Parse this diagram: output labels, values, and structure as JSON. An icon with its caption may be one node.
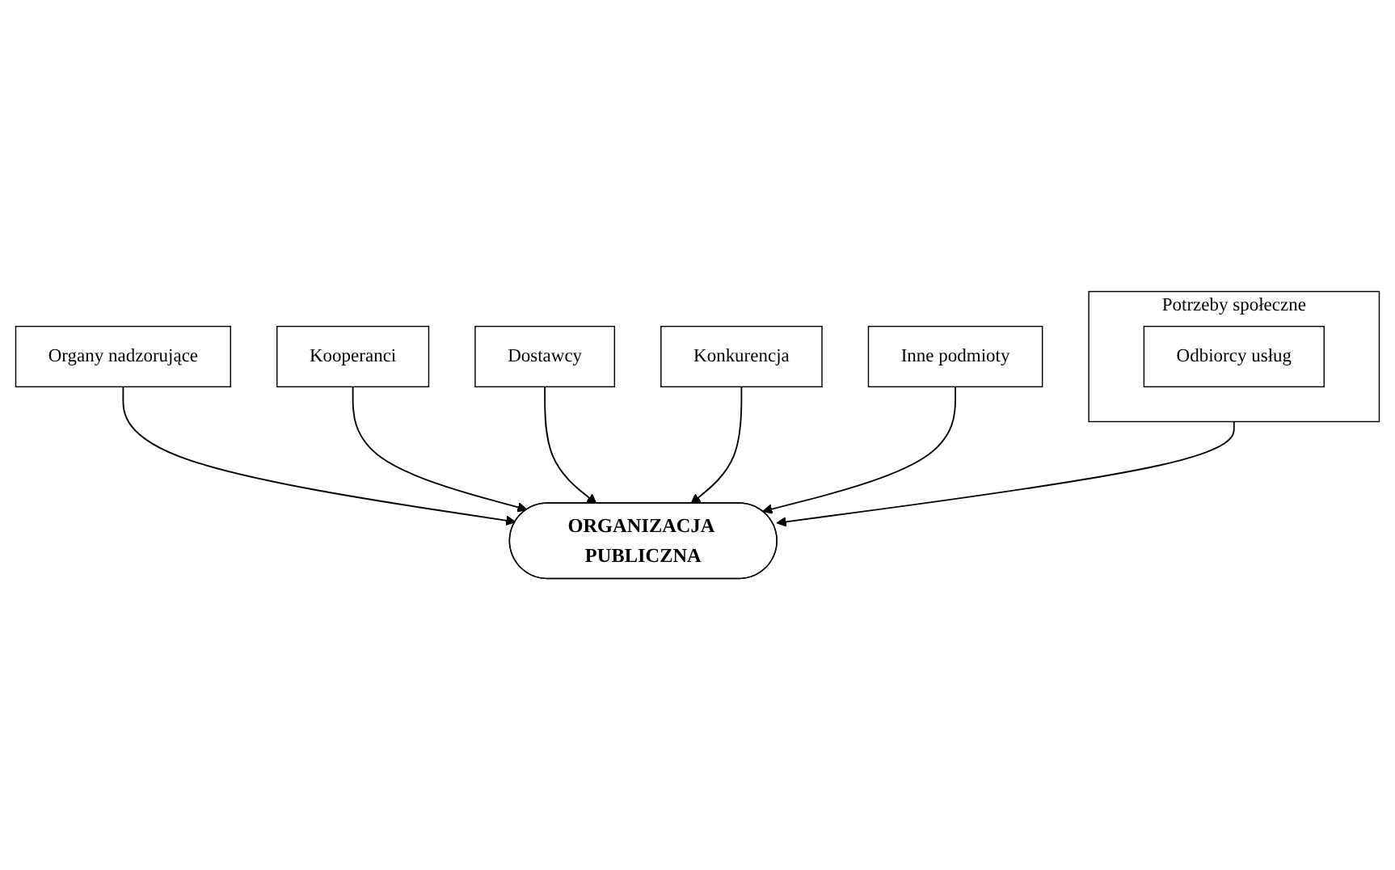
{
  "diagram": {
    "nodes": [
      {
        "text": [
          "Organy nadzorujące"
        ]
      },
      {
        "text": [
          "Kooperanci"
        ]
      },
      {
        "text": [
          "Dostawcy"
        ]
      },
      {
        "text": [
          "ORGANIZACJA PUBLICZNA"
        ]
      },
      {
        "text": [
          "Konkurencja"
        ]
      },
      {
        "text": [
          "Inne podmioty"
        ]
      },
      {
        "text": [
          "Potrzeby społeczne"
        ]
      },
      {
        "text": [
          "Odbiorcy usług"
        ],
        "in": 6
      }
    ],
    "edges": [
      {
        "from": 0,
        "to": 3,
        "arrow": "to"
      },
      {
        "from": 1,
        "to": 3,
        "arrow": "to"
      },
      {
        "from": 2,
        "to": 3,
        "arrow": "to"
      },
      {
        "from": 4,
        "to": 3,
        "arrow": "to"
      },
      {
        "from": 5,
        "to": 3,
        "arrow": "to"
      },
      {
        "from": 6,
        "to": 3,
        "arrow": "to"
      }
    ]
  }
}
